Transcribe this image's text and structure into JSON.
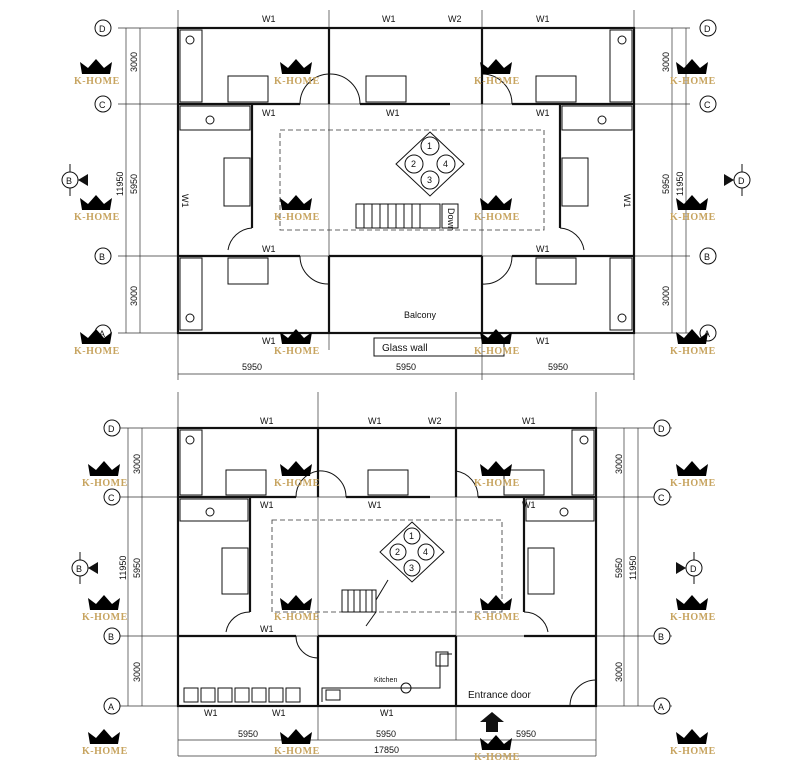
{
  "grid_labels": [
    "A",
    "B",
    "C",
    "D"
  ],
  "dims": {
    "bay": "5950",
    "total": "17850",
    "row_small": "3000",
    "row_mid": "5950",
    "overall_height": "11950",
    "top_cut": "5950"
  },
  "windows": {
    "w1": "W1",
    "w2": "W2"
  },
  "section_marks": {
    "left": "B",
    "right": "D"
  },
  "upper_floor": {
    "stair_label": "Down",
    "balcony_label": "Balcony",
    "glass_wall_label": "Glass wall",
    "compass_numbers": [
      "1",
      "2",
      "3",
      "4"
    ]
  },
  "ground_floor": {
    "kitchen_label": "Kitchen",
    "entrance_label": "Entrance door",
    "compass_numbers": [
      "1",
      "2",
      "3",
      "4"
    ]
  },
  "watermark": "K-HOME"
}
